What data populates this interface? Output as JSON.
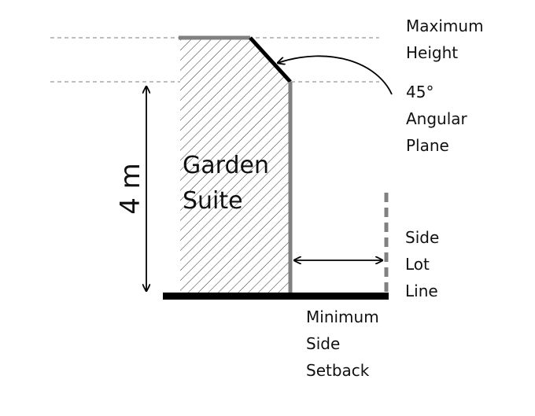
{
  "suite_label": {
    "line1": "Garden",
    "line2": "Suite"
  },
  "height_dimension": "4 m",
  "max_height_label": {
    "line1": "Maximum",
    "line2": "Height"
  },
  "angular_plane_label": {
    "line1": "45°",
    "line2": "Angular",
    "line3": "Plane"
  },
  "side_lot_line_label": {
    "line1": "Side",
    "line2": "Lot",
    "line3": "Line"
  },
  "setback_label": {
    "line1": "Minimum",
    "line2": "Side",
    "line3": "Setback"
  },
  "colors": {
    "wall": "#808080",
    "ground": "#000000",
    "guide": "#999999",
    "hatch": "#333333",
    "text": "#111111"
  }
}
